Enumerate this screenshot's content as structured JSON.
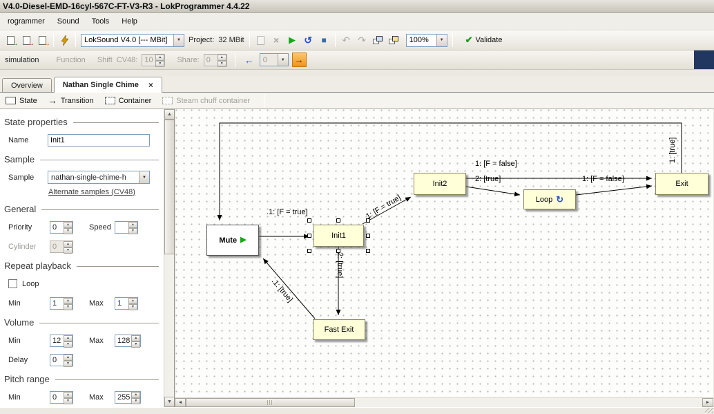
{
  "window": {
    "title": "V4.0-Diesel-EMD-16cyl-567C-FT-V3-R3 - LokProgrammer 4.4.22"
  },
  "menubar": {
    "items": [
      "rogrammer",
      "Sound",
      "Tools",
      "Help"
    ]
  },
  "toolbar": {
    "device": "LokSound V4.0 [--- MBit]",
    "project_label": "Project:",
    "project_value": "32 MBit",
    "zoom": "100%",
    "validate": "Validate"
  },
  "simbar": {
    "caption": "simulation",
    "function_label": "Function",
    "shift_label": "Shift",
    "cv48_label": "CV48:",
    "cv48_value": "10",
    "share_label": "Share:",
    "share_value": "0",
    "step_value": "0"
  },
  "tabs": {
    "overview": "Overview",
    "active": "Nathan Single Chime"
  },
  "diagbar": {
    "state": "State",
    "transition": "Transition",
    "container": "Container",
    "steam": "Steam chuff container"
  },
  "props": {
    "header_state": "State properties",
    "name_label": "Name",
    "name_value": "Init1",
    "header_sample": "Sample",
    "sample_label": "Sample",
    "sample_value": "nathan-single-chime-h",
    "alternate_link": "Alternate samples (CV48)",
    "header_general": "General",
    "priority_label": "Priority",
    "priority_value": "0",
    "speed_label": "Speed",
    "speed_value": "",
    "cylinder_label": "Cylinder",
    "cylinder_value": "0",
    "header_repeat": "Repeat playback",
    "loop_label": "Loop",
    "min_label": "Min",
    "max_label": "Max",
    "repeat_min": "1",
    "repeat_max": "1",
    "header_volume": "Volume",
    "volume_min": "12",
    "volume_max": "128",
    "delay_label": "Delay",
    "delay_value": "0",
    "header_pitch": "Pitch range",
    "pitch_min": "0",
    "pitch_max": "255"
  },
  "diagram": {
    "nodes": {
      "mute": "Mute",
      "init1": "Init1",
      "init2": "Init2",
      "loop": "Loop",
      "exit": "Exit",
      "fastexit": "Fast Exit"
    },
    "edges": {
      "mute_init1": ".1: [F = true]",
      "init1_init2": "1: [F = true]",
      "init2_exit": "1: [F = false]",
      "init2_loop": "2: [true]",
      "loop_exit": "1: [F = false]",
      "init1_fastexit": "2: [true]",
      "fastexit_mute": ".1: [true]",
      "exit_mute": "1: [true]"
    }
  },
  "icons": {
    "combo_arrow": "▼",
    "spin_up": "▲",
    "spin_down": "▼",
    "play": "▶",
    "stop": "■",
    "refresh": "↺",
    "undo": "↶",
    "redo": "↷",
    "check": "✔",
    "close_x": "×",
    "left": "←",
    "right": "→",
    "loop": "↻",
    "scroll_up": "▲",
    "scroll_down": "▼",
    "scroll_left": "◄",
    "scroll_right": "►"
  },
  "colors": {
    "node-fill": "#ffffd8",
    "node-border": "#85855f",
    "play-green": "#13a913",
    "loop-blue": "#2a52be",
    "validate-green": "#1d9b1d",
    "next-orange": "#f59a23"
  }
}
